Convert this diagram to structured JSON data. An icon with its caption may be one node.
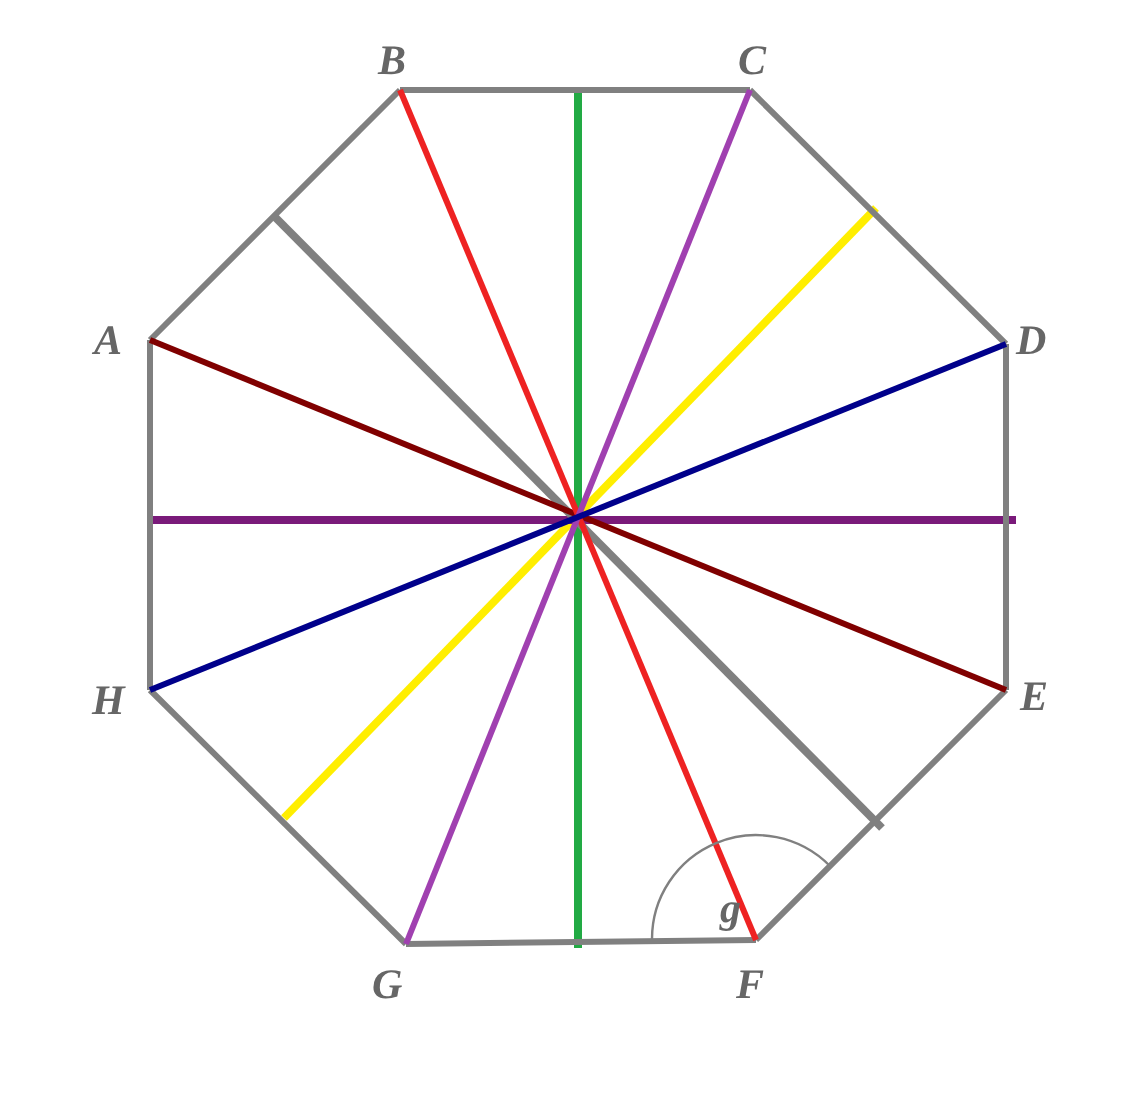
{
  "diagram": {
    "nodes": [
      {
        "text": [
          "A"
        ]
      },
      {
        "text": [
          "B"
        ]
      },
      {
        "text": [
          "C"
        ]
      },
      {
        "text": [
          "D"
        ]
      },
      {
        "text": [
          "E"
        ]
      },
      {
        "text": [
          "F"
        ]
      },
      {
        "text": [
          "G"
        ]
      },
      {
        "text": [
          "H"
        ]
      }
    ],
    "edges": [
      {
        "from": 0,
        "to": 1,
        "arrow": "none"
      },
      {
        "from": 1,
        "to": 2,
        "arrow": "none"
      },
      {
        "from": 2,
        "to": 3,
        "arrow": "none"
      },
      {
        "from": 3,
        "to": 4,
        "arrow": "none"
      },
      {
        "from": 4,
        "to": 5,
        "arrow": "none"
      },
      {
        "from": 5,
        "to": 6,
        "arrow": "none"
      },
      {
        "from": 6,
        "to": 7,
        "arrow": "none"
      },
      {
        "from": 7,
        "to": 0,
        "arrow": "none"
      },
      {
        "from": 0,
        "to": 4,
        "arrow": "none",
        "color": "#800000"
      },
      {
        "from": 1,
        "to": 5,
        "arrow": "none",
        "color": "#ee2222"
      },
      {
        "from": 2,
        "to": 6,
        "arrow": "none",
        "color": "#a040b0"
      },
      {
        "from": 3,
        "to": 7,
        "arrow": "none",
        "color": "#00008b"
      }
    ],
    "labels": [
      "g"
    ]
  }
}
